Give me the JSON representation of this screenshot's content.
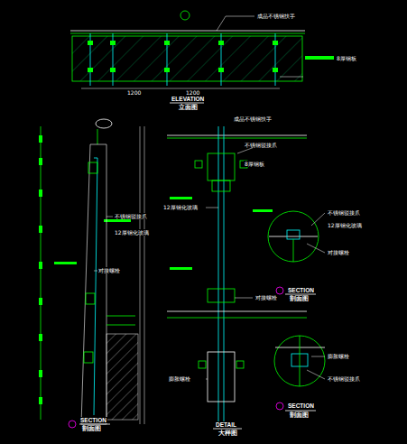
{
  "diagram": {
    "labels": [
      "成品不锈钢扶手",
      "1200",
      "1200",
      "8厚钢板",
      "ELEVATION",
      "立面图",
      "不锈钢驳接爪",
      "12厚钢化玻璃",
      "对接螺栓",
      "SECTION",
      "剖面图",
      "成品不锈钢扶手",
      "不锈钢驳接爪",
      "8厚钢板",
      "12厚钢化玻璃",
      "对接螺栓",
      "膨胀螺栓",
      "DETAIL",
      "大样图",
      "不锈钢驳接爪",
      "12厚钢化玻璃",
      "对接螺栓",
      "SECTION",
      "剖面图",
      "膨胀螺栓",
      "不锈钢驳接爪",
      "SECTION",
      "剖面图"
    ]
  }
}
